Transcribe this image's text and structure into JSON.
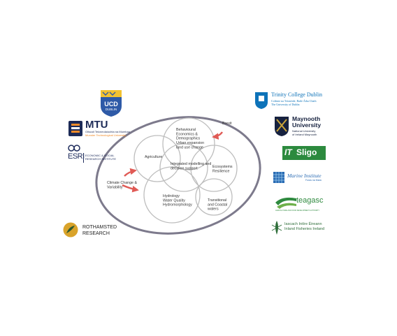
{
  "diagram": {
    "circles": {
      "behavioural": [
        "Behavioural",
        "Economics &",
        "Demographics",
        "Urban expansion",
        "land use change"
      ],
      "agriculture": [
        "Agriculture"
      ],
      "center": [
        "Integrated modelling and",
        "decision support"
      ],
      "ecosystems": [
        "Ecosystems",
        "Resilience"
      ],
      "hydrology": [
        "Hydrology",
        "Water Quality",
        "Hydromorphology"
      ],
      "transitional": [
        "Transitional",
        "and Coastal",
        "waters"
      ]
    },
    "drivers": {
      "brexit": "Brexit",
      "climate": [
        "Climate Change &",
        "Variability"
      ]
    },
    "colors": {
      "ellipse": "#7d7a8c",
      "circles": "#bdbdbd",
      "arrows": "#e05a55"
    }
  },
  "logos": {
    "ucd": {
      "top": "UCD",
      "bottom": "DUBLIN",
      "colors": [
        "#2e5aa7",
        "#f2c231"
      ]
    },
    "mtu": {
      "mark": "MTU",
      "line1": "Ollscoil Teicneolaíochta na Mumhan",
      "line2": "Munster Technological University",
      "color": "#1c2a57",
      "accent": "#f08b2a"
    },
    "esri": {
      "mark": "ESRI",
      "line1": "ECONOMIC & SOCIAL",
      "line2": "RESEARCH INSTITUTE"
    },
    "rothamsted": {
      "line1": "ROTHAMSTED",
      "line2": "RESEARCH",
      "color": "#d9a32a"
    },
    "tcd": {
      "name": "Trinity College Dublin",
      "irish": "Coláiste na Tríonóide, Baile Átha Cliath",
      "sub": "The University of Dublin",
      "color": "#0e73b9"
    },
    "maynooth": {
      "line1": "Maynooth",
      "line2": "University",
      "line3": "National University",
      "line4": "of Ireland Maynooth",
      "color": "#16213f"
    },
    "itsligo": {
      "mark": "IT",
      "text": "Sligo",
      "color": "#2c8a3e"
    },
    "marine": {
      "text": "Marine Institute",
      "sub": "Foras na Mara",
      "color": "#2a6bb3"
    },
    "teagasc": {
      "text": "teagasc",
      "sub": "AGRICULTURE AND FOOD DEVELOPMENT AUTHORITY",
      "color": "#2f8a3f"
    },
    "ifi": {
      "line1": "Iascach Intíre Éireann",
      "line2": "Inland Fisheries Ireland",
      "color": "#2f6e3a"
    }
  }
}
